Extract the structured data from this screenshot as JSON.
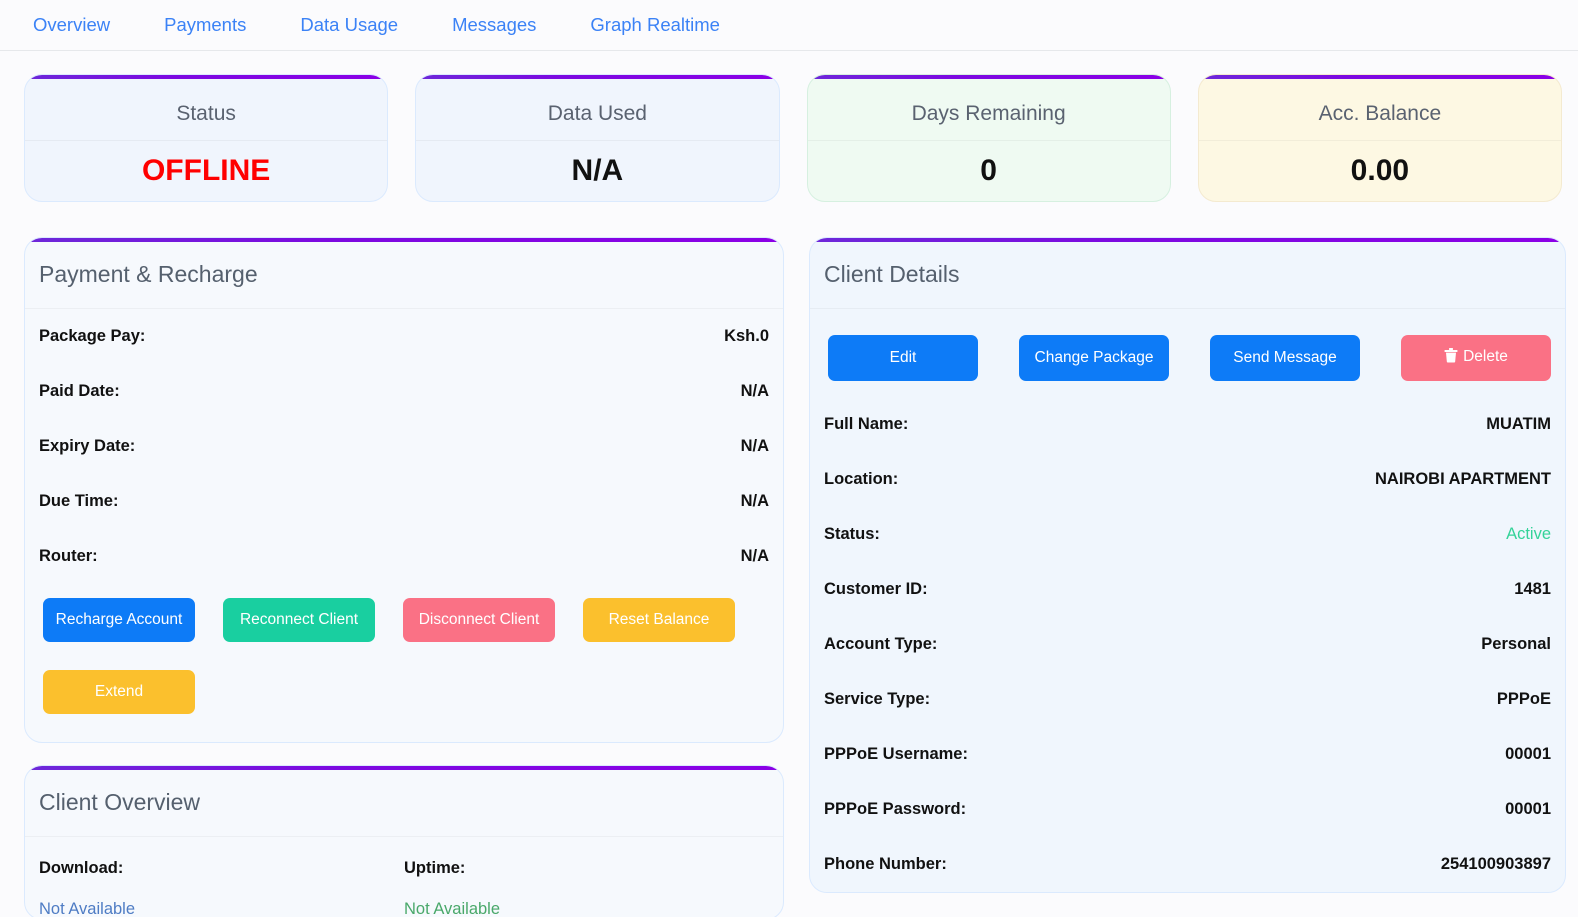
{
  "nav": {
    "items": [
      {
        "label": "Overview",
        "name": "nav-tab-overview"
      },
      {
        "label": "Payments",
        "name": "nav-tab-payments"
      },
      {
        "label": "Data Usage",
        "name": "nav-tab-data-usage"
      },
      {
        "label": "Messages",
        "name": "nav-tab-messages"
      },
      {
        "label": "Graph Realtime",
        "name": "nav-tab-graph-realtime"
      }
    ]
  },
  "stats": [
    {
      "title": "Status",
      "value": "OFFLINE",
      "tone": "offline"
    },
    {
      "title": "Data Used",
      "value": "N/A",
      "tone": "normal"
    },
    {
      "title": "Days Remaining",
      "value": "0",
      "tone": "normal"
    },
    {
      "title": "Acc. Balance",
      "value": "0.00",
      "tone": "normal"
    }
  ],
  "payment": {
    "title": "Payment & Recharge",
    "rows": [
      {
        "key": "Package Pay:",
        "value": "Ksh.0"
      },
      {
        "key": "Paid Date:",
        "value": "N/A"
      },
      {
        "key": "Expiry Date:",
        "value": "N/A"
      },
      {
        "key": "Due Time:",
        "value": "N/A"
      },
      {
        "key": "Router:",
        "value": "N/A"
      }
    ],
    "buttons": [
      {
        "label": "Recharge Account",
        "color": "blue"
      },
      {
        "label": "Reconnect Client",
        "color": "teal"
      },
      {
        "label": "Disconnect Client",
        "color": "pink"
      },
      {
        "label": "Reset Balance",
        "color": "amber"
      },
      {
        "label": "Extend",
        "color": "amber"
      }
    ]
  },
  "client_overview": {
    "title": "Client Overview",
    "download_label": "Download:",
    "download_value": "Not Available",
    "uptime_label": "Uptime:",
    "uptime_value": "Not Available"
  },
  "client_details": {
    "title": "Client Details",
    "buttons": [
      {
        "label": "Edit",
        "color": "blue",
        "icon": ""
      },
      {
        "label": "Change Package",
        "color": "blue",
        "icon": ""
      },
      {
        "label": "Send Message",
        "color": "blue",
        "icon": ""
      },
      {
        "label": "Delete",
        "color": "pink",
        "icon": "trash-icon"
      }
    ],
    "rows": [
      {
        "key": "Full Name:",
        "value": "MUATIM"
      },
      {
        "key": "Location:",
        "value": "NAIROBI APARTMENT"
      },
      {
        "key": "Status:",
        "value": "Active",
        "tone": "active"
      },
      {
        "key": "Customer ID:",
        "value": "1481"
      },
      {
        "key": "Account Type:",
        "value": "Personal"
      },
      {
        "key": "Service Type:",
        "value": "PPPoE"
      },
      {
        "key": "PPPoE Username:",
        "value": "00001"
      },
      {
        "key": "PPPoE Password:",
        "value": "00001"
      },
      {
        "key": "Phone Number:",
        "value": "254100903897"
      }
    ]
  },
  "colors": {
    "accent_gradient_start": "#6d28d9",
    "accent_gradient_end": "#8b00e6",
    "nav_link": "#3b82f6",
    "offline": "#ff0000",
    "active": "#34d399",
    "btn_blue": "#0d7bf7",
    "btn_teal": "#19cfa0",
    "btn_pink": "#fa7185",
    "btn_amber": "#fbc02d"
  }
}
